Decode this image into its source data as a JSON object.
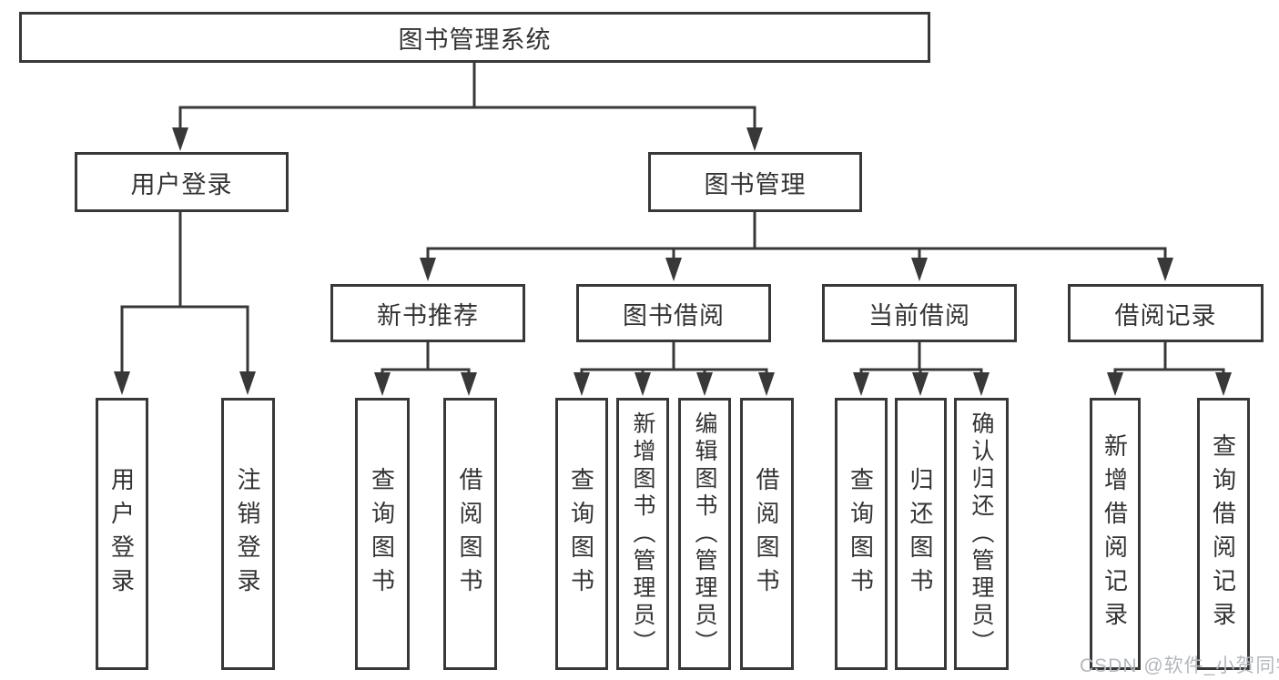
{
  "tree": {
    "root": {
      "label": "图书管理系统"
    },
    "branches": [
      {
        "label": "用户登录",
        "leaves": [
          {
            "label": "用户登录"
          },
          {
            "label": "注销登录"
          }
        ]
      },
      {
        "label": "图书管理",
        "groups": [
          {
            "label": "新书推荐",
            "leaves": [
              {
                "label": "查询图书"
              },
              {
                "label": "借阅图书"
              }
            ]
          },
          {
            "label": "图书借阅",
            "leaves": [
              {
                "label": "查询图书"
              },
              {
                "label": "新增图书（管理员）"
              },
              {
                "label": "编辑图书（管理员）"
              },
              {
                "label": "借阅图书"
              }
            ]
          },
          {
            "label": "当前借阅",
            "leaves": [
              {
                "label": "查询图书"
              },
              {
                "label": "归还图书"
              },
              {
                "label": "确认归还（管理员）"
              }
            ]
          },
          {
            "label": "借阅记录",
            "leaves": [
              {
                "label": "新增借阅记录"
              },
              {
                "label": "查询借阅记录"
              }
            ]
          }
        ]
      }
    ]
  },
  "watermark": "CSDN @软件_小贺同学",
  "colors": {
    "line": "#383838",
    "text": "#333333",
    "watermark": "#b4b8bd",
    "background": "#ffffff"
  }
}
